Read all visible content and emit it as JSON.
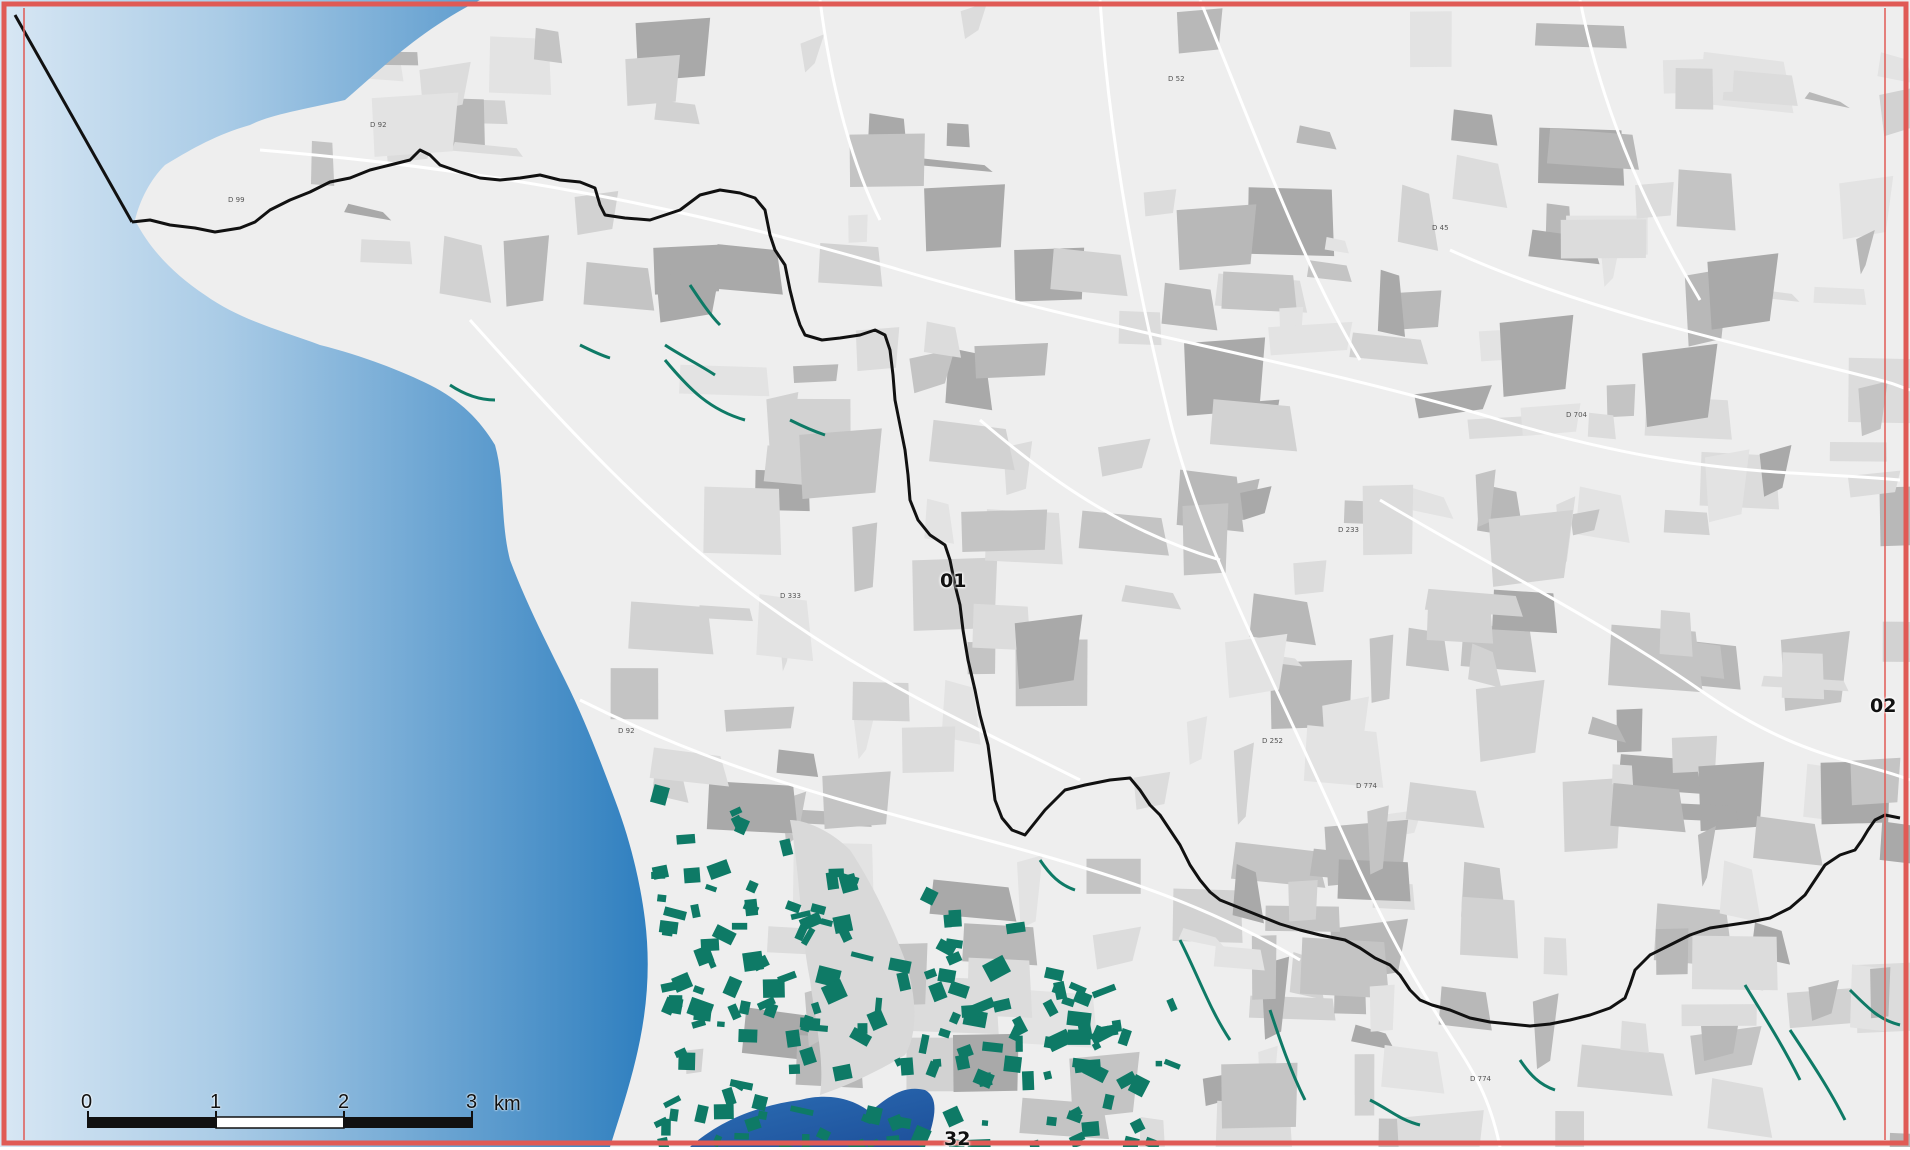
{
  "map": {
    "frame_color": "#e05a55",
    "sea_color": "#3a8ac4",
    "sea_light_color": "#d6e6f3",
    "land_color": "#efefef",
    "wetland_color": "#0e7a66",
    "boundary_color": "#111111"
  },
  "zone_labels": {
    "zone_01": "01",
    "zone_02": "02",
    "zone_32": "32"
  },
  "scale_bar": {
    "tick_0": "0",
    "tick_1": "1",
    "tick_2": "2",
    "tick_3": "3",
    "unit": "km"
  },
  "road_labels": [
    "D 92",
    "D 99",
    "D 52",
    "D 333",
    "D 45",
    "D 704",
    "D 233",
    "D 252",
    "D 774",
    "D 92",
    "D 774"
  ]
}
